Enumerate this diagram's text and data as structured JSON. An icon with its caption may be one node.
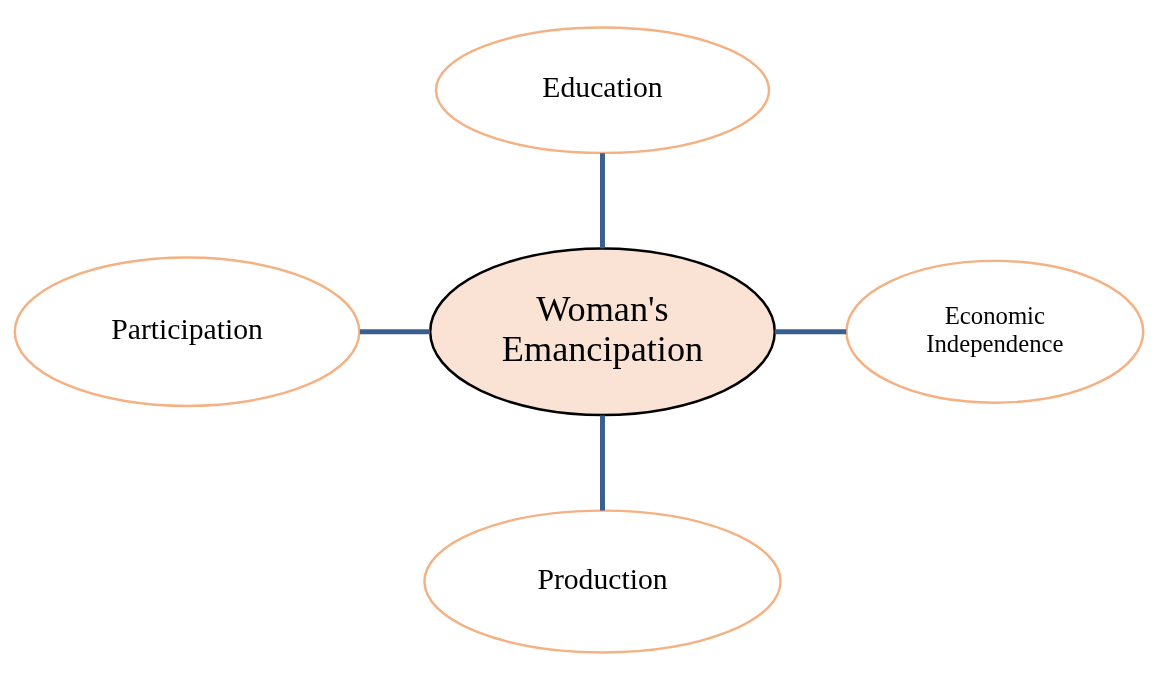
{
  "diagram": {
    "nodes": [
      {
        "text": [
          "Woman's Emancipation"
        ]
      },
      {
        "text": [
          "Education"
        ]
      },
      {
        "text": [
          "Participation"
        ]
      },
      {
        "text": [
          "Economic Independence"
        ]
      },
      {
        "text": [
          "Production"
        ]
      }
    ],
    "edges": [
      {
        "from": 1,
        "to": 0,
        "arrow": "none"
      },
      {
        "from": 2,
        "to": 0,
        "arrow": "none"
      },
      {
        "from": 0,
        "to": 3,
        "arrow": "none"
      },
      {
        "from": 0,
        "to": 4,
        "arrow": "none"
      }
    ]
  }
}
